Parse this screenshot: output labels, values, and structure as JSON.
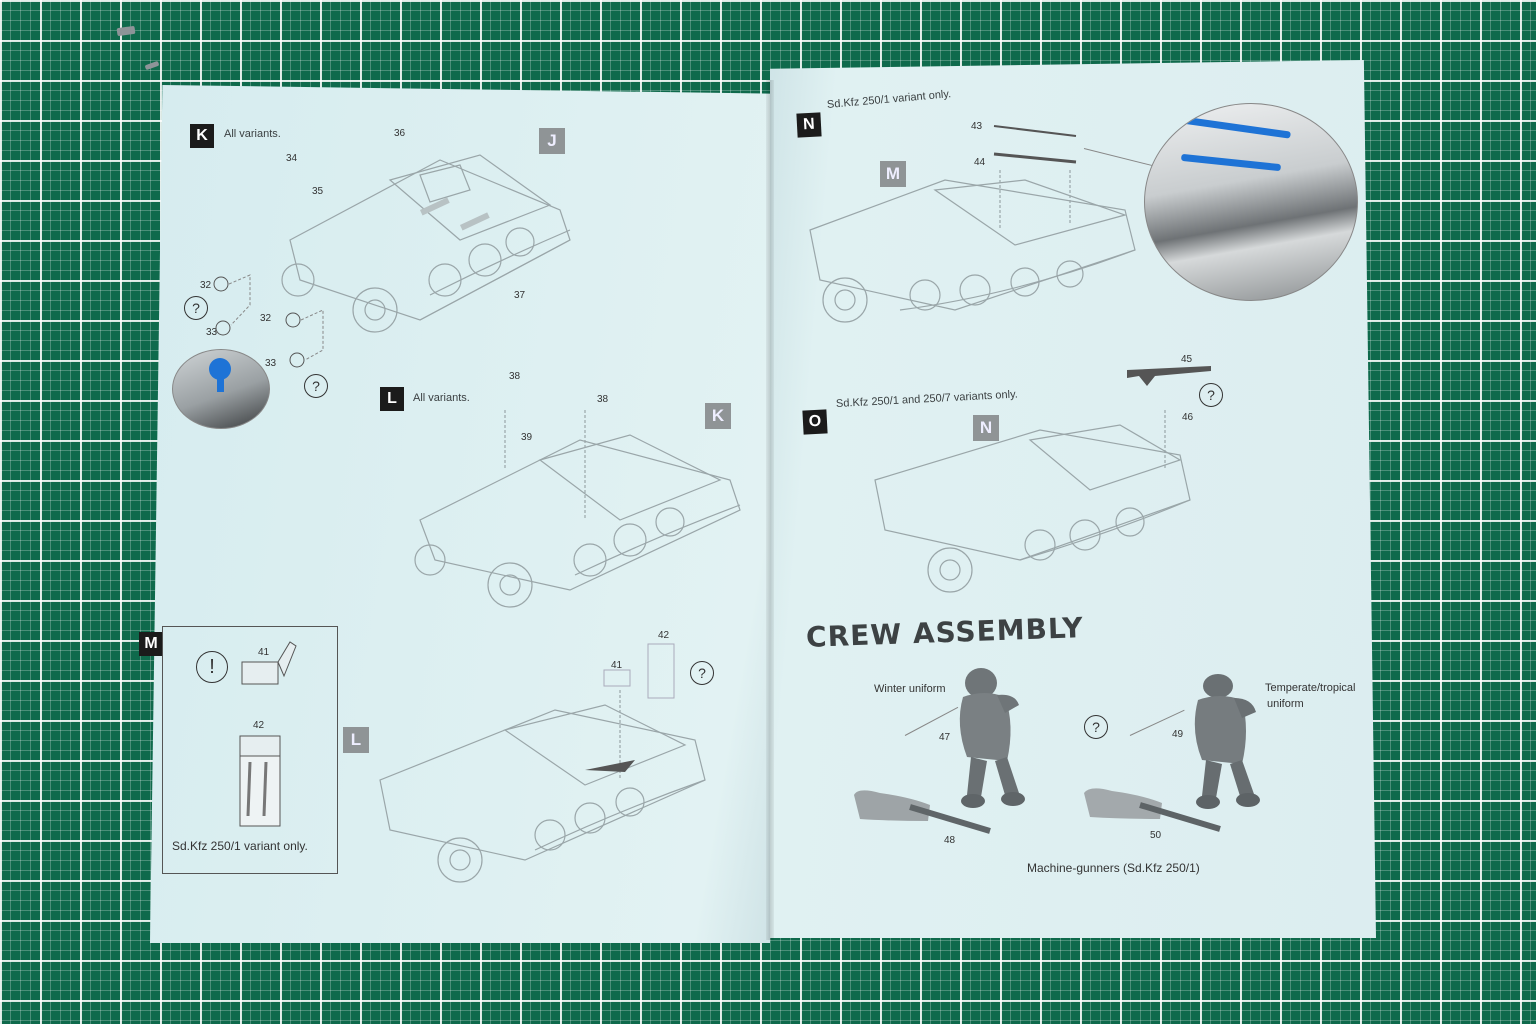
{
  "scene": {
    "background": "green cutting mat with white grid",
    "mat_color": "#0f6a4c",
    "page_color": "#dbeef0"
  },
  "left_page": {
    "steps": [
      {
        "id": "K",
        "note": "All variants.",
        "ref_badge": "J",
        "parts": [
          "32",
          "32",
          "33",
          "33",
          "34",
          "35",
          "36",
          "37"
        ],
        "question_icons": 2,
        "detail_inset": "blue headlight part 32 close-up"
      },
      {
        "id": "L",
        "note": "All variants.",
        "ref_badge": "K",
        "parts": [
          "38",
          "38",
          "39"
        ]
      },
      {
        "id": "M",
        "boxed_note": "Sd.Kfz 250/1 variant only.",
        "boxed_parts": [
          "41",
          "42"
        ],
        "warning_icon": "!",
        "ref_badge": "L",
        "parts": [
          "41",
          "42"
        ],
        "question_icons": 1
      }
    ]
  },
  "right_page": {
    "steps": [
      {
        "id": "N",
        "note": "Sd.Kfz 250/1 variant only.",
        "ref_badge": "M",
        "parts": [
          "43",
          "44"
        ],
        "detail_inset": "blue rifles stowed in hull"
      },
      {
        "id": "O",
        "note": "Sd.Kfz 250/1 and 250/7 variants only.",
        "ref_badge": "N",
        "parts": [
          "45",
          "46"
        ],
        "question_icons": 1
      }
    ],
    "crew": {
      "title": "CREW ASSEMBLY",
      "figures": [
        {
          "label": "Winter uniform",
          "parts": [
            "47",
            "48"
          ]
        },
        {
          "label": "Temperate/tropical uniform",
          "label_line1": "Temperate/tropical",
          "label_line2": "uniform",
          "parts": [
            "49",
            "50"
          ]
        }
      ],
      "caption": "Machine-gunners (Sd.Kfz 250/1)",
      "question_icons": 1
    }
  }
}
